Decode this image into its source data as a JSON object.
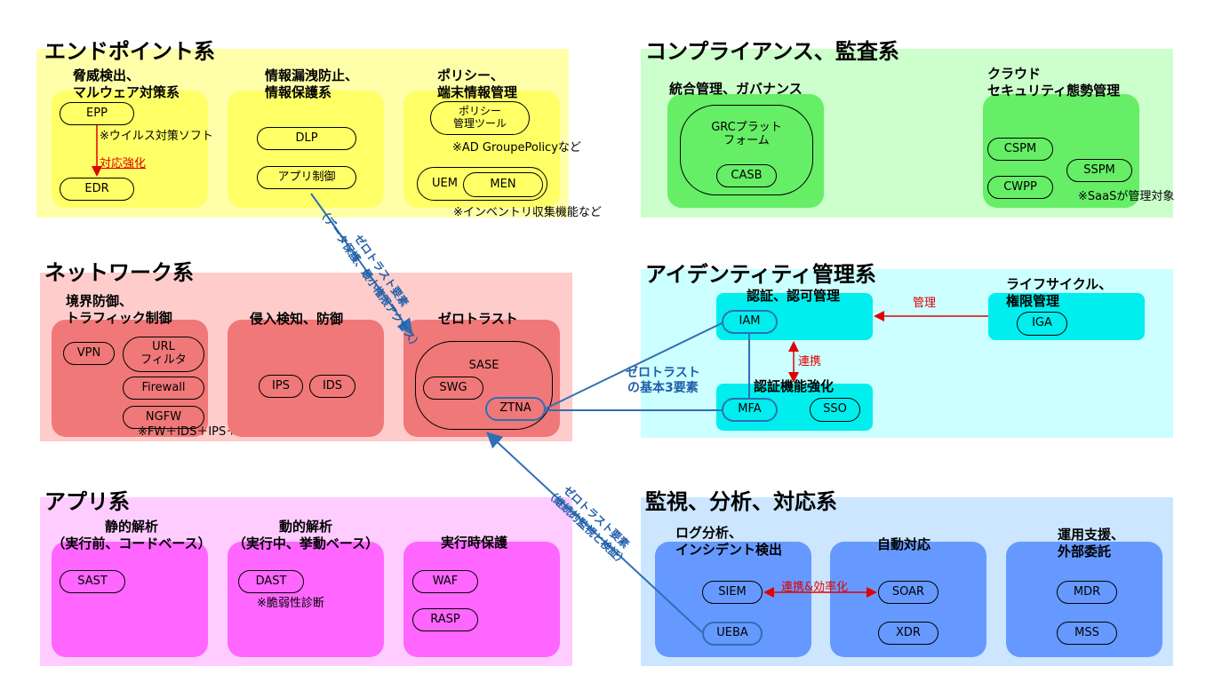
{
  "endpoint": {
    "title": "エンドポイント系",
    "g1": {
      "label": "脅威検出、\nマルウェア対策系",
      "epp": "EPP",
      "edr": "EDR",
      "note": "※ウイルス対策ソフト",
      "arrow": "対応強化"
    },
    "g2": {
      "label": "情報漏洩防止、\n情報保護系",
      "dlp": "DLP",
      "app": "アプリ制御"
    },
    "g3": {
      "label": "ポリシー、\n端末情報管理",
      "policy": "ポリシー\n管理ツール",
      "note1": "※AD GroupePolicyなど",
      "uem": "UEM",
      "men": "MEN",
      "note2": "※インベントリ収集機能など"
    }
  },
  "compliance": {
    "title": "コンプライアンス、監査系",
    "g1": {
      "label": "統合管理、ガバナンス",
      "grc": "GRCプラット\nフォーム",
      "casb": "CASB"
    },
    "g2": {
      "label": "クラウド\nセキュリティ態勢管理",
      "cspm": "CSPM",
      "cwpp": "CWPP",
      "sspm": "SSPM",
      "note": "※SaaSが管理対象"
    }
  },
  "network": {
    "title": "ネットワーク系",
    "g1": {
      "label": "境界防御、\nトラフィック制御",
      "vpn": "VPN",
      "url": "URL\nフィルタ",
      "fw": "Firewall",
      "ngfw": "NGFW",
      "note": "※FW＋IDS＋IPS＋α"
    },
    "g2": {
      "label": "侵入検知、防御",
      "ips": "IPS",
      "ids": "IDS"
    },
    "g3": {
      "label": "ゼロトラスト",
      "sase": "SASE",
      "swg": "SWG",
      "ztna": "ZTNA"
    }
  },
  "identity": {
    "title": "アイデンティティ管理系",
    "g1": {
      "label": "認証、認可管理",
      "iam": "IAM"
    },
    "g2": {
      "label": "ライフサイクル、\n権限管理",
      "iga": "IGA"
    },
    "g3": {
      "label": "認証機能強化",
      "mfa": "MFA",
      "sso": "SSO"
    },
    "arrow_manage": "管理",
    "arrow_link": "連携"
  },
  "app": {
    "title": "アプリ系",
    "g1": {
      "label": "静的解析\n（実行前、コードベース）",
      "sast": "SAST"
    },
    "g2": {
      "label": "動的解析\n（実行中、挙動ベース）",
      "dast": "DAST",
      "note": "※脆弱性診断"
    },
    "g3": {
      "label": "実行時保護",
      "waf": "WAF",
      "rasp": "RASP"
    }
  },
  "monitor": {
    "title": "監視、分析、対応系",
    "g1": {
      "label": "ログ分析、\nインシデント検出",
      "siem": "SIEM",
      "ueba": "UEBA"
    },
    "g2": {
      "label": "自動対応",
      "soar": "SOAR",
      "xdr": "XDR"
    },
    "g3": {
      "label": "運用支援、\n外部委託",
      "mdr": "MDR",
      "mss": "MSS"
    },
    "arrow": "連携&効率化"
  },
  "zerotrust": {
    "core_label": "ゼロトラスト\nの基本3要素",
    "req1_line1": "ゼロトラスト要素",
    "req1_line2": "（データ保護、最小権限アクセス）",
    "req2_line1": "ゼロトラスト要素",
    "req2_line2": "（継続的監視と検証）"
  },
  "colors": {
    "endpoint_bg": "#ffffaa",
    "endpoint_box": "#ffff66",
    "compliance_bg": "#ccffcc",
    "compliance_box": "#66ee66",
    "network_bg": "#ffcccc",
    "network_box": "#f07878",
    "identity_bg": "#ccffff",
    "identity_box": "#00eeee",
    "app_bg": "#ffccff",
    "app_box": "#ff66ff",
    "monitor_bg": "#cce6ff",
    "monitor_box": "#6699ff",
    "zerotrust_line": "#2f6fb5",
    "accent_red": "#e00000"
  }
}
